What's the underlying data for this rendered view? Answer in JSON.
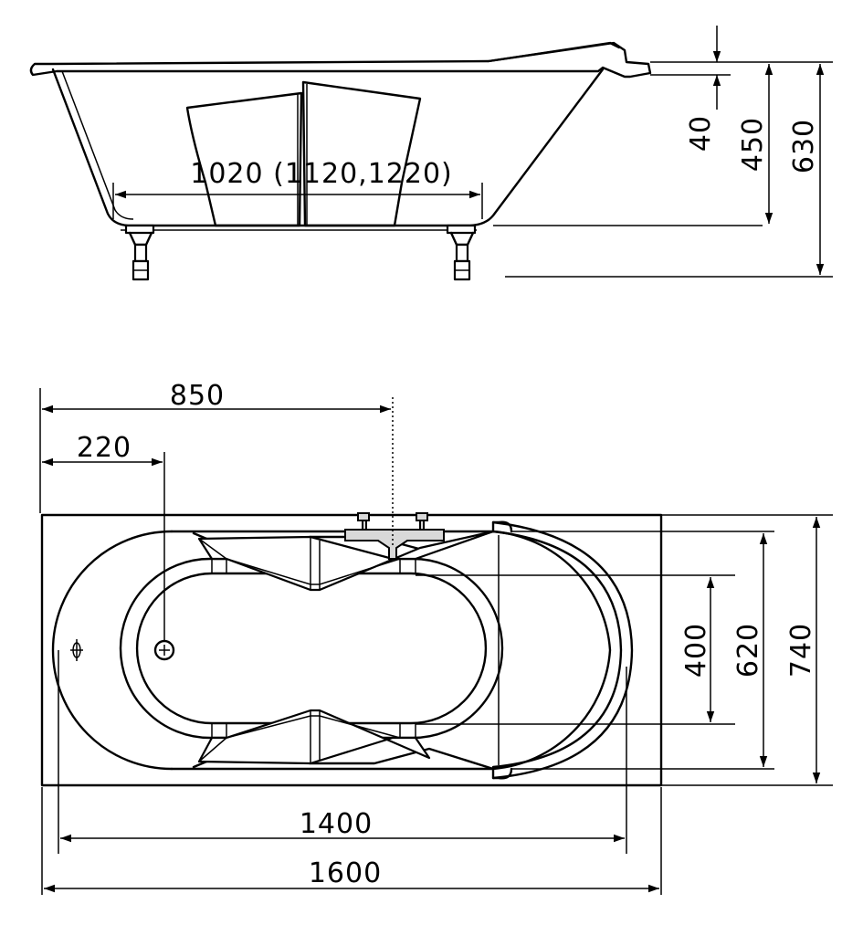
{
  "side_view": {
    "dimensions": {
      "inner_length": "1020 (1120,1220)",
      "rim_thickness": "40",
      "tub_depth": "450",
      "total_height": "630"
    }
  },
  "top_view": {
    "dimensions": {
      "overflow_position": "220",
      "faucet_position": "850",
      "inner_length": "1400",
      "total_length": "1600",
      "bottom_width": "400",
      "inner_width": "620",
      "total_width": "740"
    }
  },
  "colors": {
    "line": "#000000",
    "background": "#ffffff",
    "faucet_fill": "#d9d9d9"
  },
  "icons": [
    "overflow-symbol-icon",
    "drain-icon",
    "faucet-icon",
    "support-leg-icon"
  ]
}
